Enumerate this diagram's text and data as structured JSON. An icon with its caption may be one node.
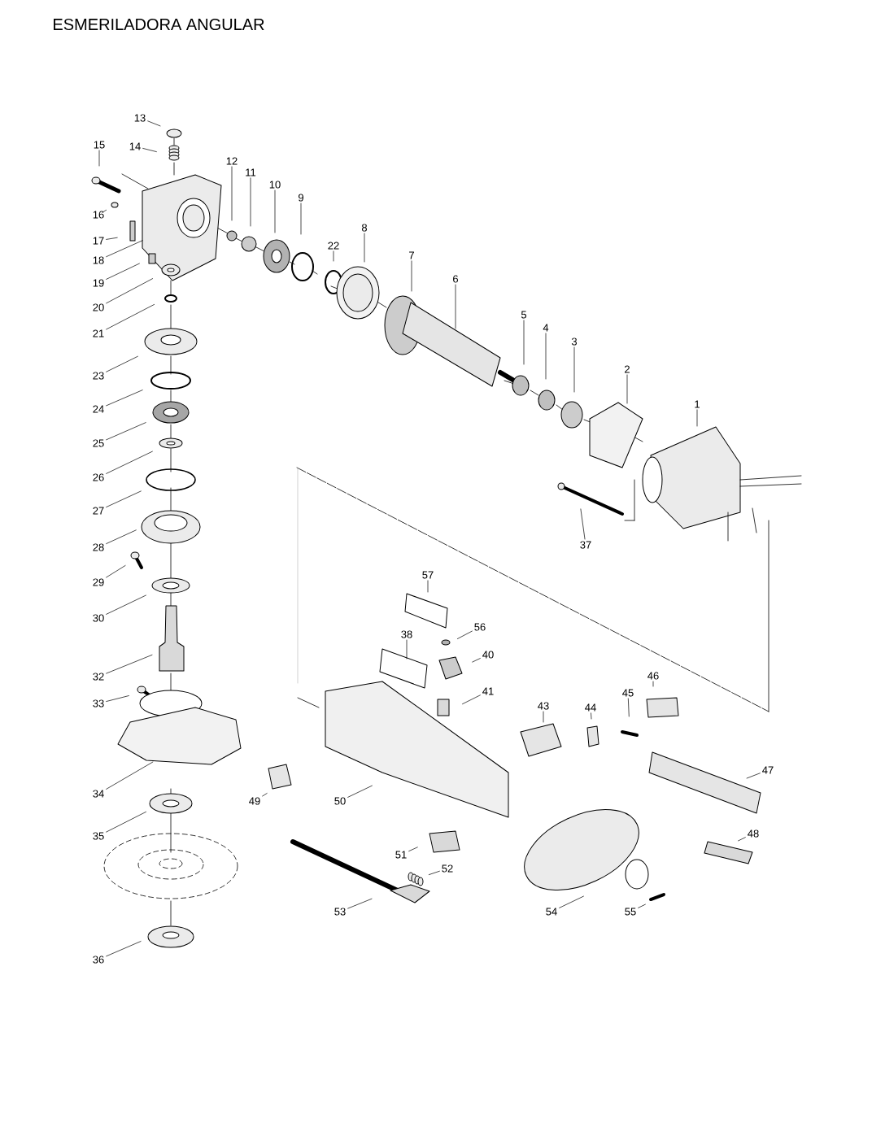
{
  "diagram": {
    "title": "ESMERILADORA ANGULAR",
    "nodes": [
      {
        "text": [
          "13"
        ]
      },
      {
        "text": [
          "14"
        ]
      },
      {
        "text": [
          "15"
        ]
      },
      {
        "text": [
          "16"
        ]
      },
      {
        "text": [
          "17"
        ]
      },
      {
        "text": [
          "18"
        ]
      },
      {
        "text": [
          "19"
        ]
      },
      {
        "text": [
          "20"
        ]
      },
      {
        "text": [
          "21"
        ]
      },
      {
        "text": [
          "23"
        ]
      },
      {
        "text": [
          "24"
        ]
      },
      {
        "text": [
          "25"
        ]
      },
      {
        "text": [
          "26"
        ]
      },
      {
        "text": [
          "27"
        ]
      },
      {
        "text": [
          "28"
        ]
      },
      {
        "text": [
          "29"
        ]
      },
      {
        "text": [
          "30"
        ]
      },
      {
        "text": [
          "32"
        ]
      },
      {
        "text": [
          "33"
        ]
      },
      {
        "text": [
          "34"
        ]
      },
      {
        "text": [
          "35"
        ]
      },
      {
        "text": [
          "36"
        ]
      },
      {
        "text": [
          "12"
        ]
      },
      {
        "text": [
          "11"
        ]
      },
      {
        "text": [
          "10"
        ]
      },
      {
        "text": [
          "9"
        ]
      },
      {
        "text": [
          "22"
        ]
      },
      {
        "text": [
          "8"
        ]
      },
      {
        "text": [
          "7"
        ]
      },
      {
        "text": [
          "6"
        ]
      },
      {
        "text": [
          "5"
        ]
      },
      {
        "text": [
          "4"
        ]
      },
      {
        "text": [
          "3"
        ]
      },
      {
        "text": [
          "2"
        ]
      },
      {
        "text": [
          "1"
        ]
      },
      {
        "text": [
          "37"
        ]
      },
      {
        "text": [
          "57"
        ]
      },
      {
        "text": [
          "56"
        ]
      },
      {
        "text": [
          "40"
        ]
      },
      {
        "text": [
          "38"
        ]
      },
      {
        "text": [
          "41"
        ]
      },
      {
        "text": [
          "43"
        ]
      },
      {
        "text": [
          "44"
        ]
      },
      {
        "text": [
          "45"
        ]
      },
      {
        "text": [
          "46"
        ]
      },
      {
        "text": [
          "47"
        ]
      },
      {
        "text": [
          "48"
        ]
      },
      {
        "text": [
          "49"
        ]
      },
      {
        "text": [
          "50"
        ]
      },
      {
        "text": [
          "51"
        ]
      },
      {
        "text": [
          "52"
        ]
      },
      {
        "text": [
          "53"
        ]
      },
      {
        "text": [
          "54"
        ]
      },
      {
        "text": [
          "55"
        ]
      }
    ],
    "edges": [
      {
        "from": 0,
        "to": null,
        "arrow": "none"
      },
      {
        "from": 1,
        "to": null,
        "arrow": "none"
      },
      {
        "from": 2,
        "to": null,
        "arrow": "none"
      },
      {
        "from": 3,
        "to": null,
        "arrow": "none"
      },
      {
        "from": 4,
        "to": null,
        "arrow": "none"
      },
      {
        "from": 5,
        "to": null,
        "arrow": "none"
      },
      {
        "from": 6,
        "to": null,
        "arrow": "none"
      },
      {
        "from": 7,
        "to": null,
        "arrow": "none"
      },
      {
        "from": 8,
        "to": null,
        "arrow": "none"
      },
      {
        "from": 9,
        "to": null,
        "arrow": "none"
      },
      {
        "from": 10,
        "to": null,
        "arrow": "none"
      },
      {
        "from": 11,
        "to": null,
        "arrow": "none"
      },
      {
        "from": 12,
        "to": null,
        "arrow": "none"
      },
      {
        "from": 13,
        "to": null,
        "arrow": "none"
      },
      {
        "from": 14,
        "to": null,
        "arrow": "none"
      },
      {
        "from": 15,
        "to": null,
        "arrow": "none"
      },
      {
        "from": 16,
        "to": null,
        "arrow": "none"
      },
      {
        "from": 17,
        "to": null,
        "arrow": "none"
      },
      {
        "from": 18,
        "to": null,
        "arrow": "none"
      },
      {
        "from": 19,
        "to": null,
        "arrow": "none"
      },
      {
        "from": 20,
        "to": null,
        "arrow": "none"
      },
      {
        "from": 21,
        "to": null,
        "arrow": "none"
      },
      {
        "from": 22,
        "to": null,
        "arrow": "none"
      },
      {
        "from": 23,
        "to": null,
        "arrow": "none"
      },
      {
        "from": 24,
        "to": null,
        "arrow": "none"
      },
      {
        "from": 25,
        "to": null,
        "arrow": "none"
      },
      {
        "from": 26,
        "to": null,
        "arrow": "none"
      },
      {
        "from": 27,
        "to": null,
        "arrow": "none"
      },
      {
        "from": 28,
        "to": null,
        "arrow": "none"
      },
      {
        "from": 29,
        "to": null,
        "arrow": "none"
      },
      {
        "from": 30,
        "to": null,
        "arrow": "none"
      },
      {
        "from": 31,
        "to": null,
        "arrow": "none"
      },
      {
        "from": 32,
        "to": null,
        "arrow": "none"
      },
      {
        "from": 33,
        "to": null,
        "arrow": "none"
      },
      {
        "from": 34,
        "to": null,
        "arrow": "none"
      },
      {
        "from": 35,
        "to": null,
        "arrow": "none"
      },
      {
        "from": 36,
        "to": null,
        "arrow": "none"
      },
      {
        "from": 37,
        "to": null,
        "arrow": "none"
      },
      {
        "from": 38,
        "to": null,
        "arrow": "none"
      },
      {
        "from": 39,
        "to": null,
        "arrow": "none"
      },
      {
        "from": 40,
        "to": null,
        "arrow": "none"
      },
      {
        "from": 41,
        "to": null,
        "arrow": "none"
      },
      {
        "from": 42,
        "to": null,
        "arrow": "none"
      },
      {
        "from": 43,
        "to": null,
        "arrow": "none"
      },
      {
        "from": 44,
        "to": null,
        "arrow": "none"
      },
      {
        "from": 45,
        "to": null,
        "arrow": "none"
      },
      {
        "from": 46,
        "to": null,
        "arrow": "none"
      },
      {
        "from": 47,
        "to": null,
        "arrow": "none"
      },
      {
        "from": 48,
        "to": null,
        "arrow": "none"
      },
      {
        "from": 49,
        "to": null,
        "arrow": "none"
      },
      {
        "from": 50,
        "to": null,
        "arrow": "none"
      },
      {
        "from": 51,
        "to": null,
        "arrow": "none"
      },
      {
        "from": 52,
        "to": null,
        "arrow": "none"
      },
      {
        "from": 53,
        "to": null,
        "arrow": "none"
      }
    ]
  }
}
